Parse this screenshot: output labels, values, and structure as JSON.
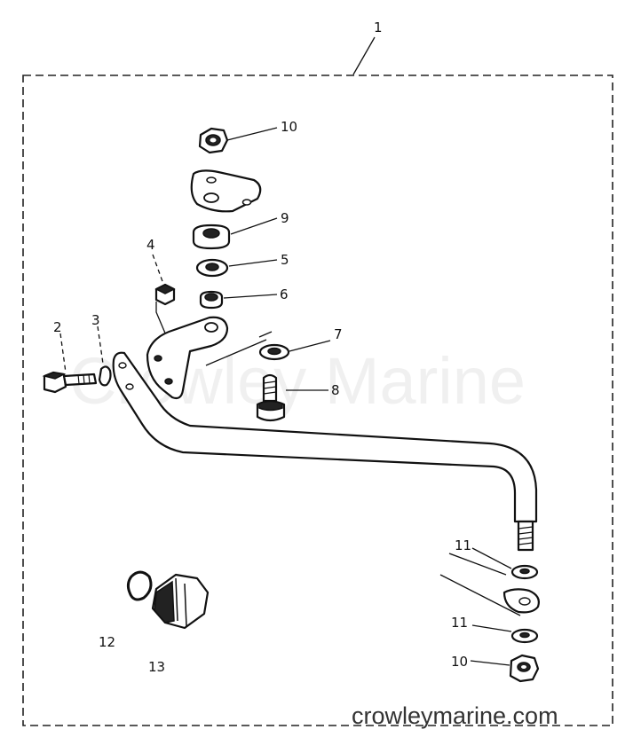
{
  "watermark": {
    "center": "Crowley Marine",
    "footer": "crowleymarine.com"
  },
  "callouts": {
    "c1": "1",
    "c2": "2",
    "c3": "3",
    "c4": "4",
    "c5": "5",
    "c6": "6",
    "c7": "7",
    "c8": "8",
    "c9": "9",
    "c10a": "10",
    "c10b": "10",
    "c11a": "11",
    "c11b": "11",
    "c12": "12",
    "c13": "13"
  }
}
